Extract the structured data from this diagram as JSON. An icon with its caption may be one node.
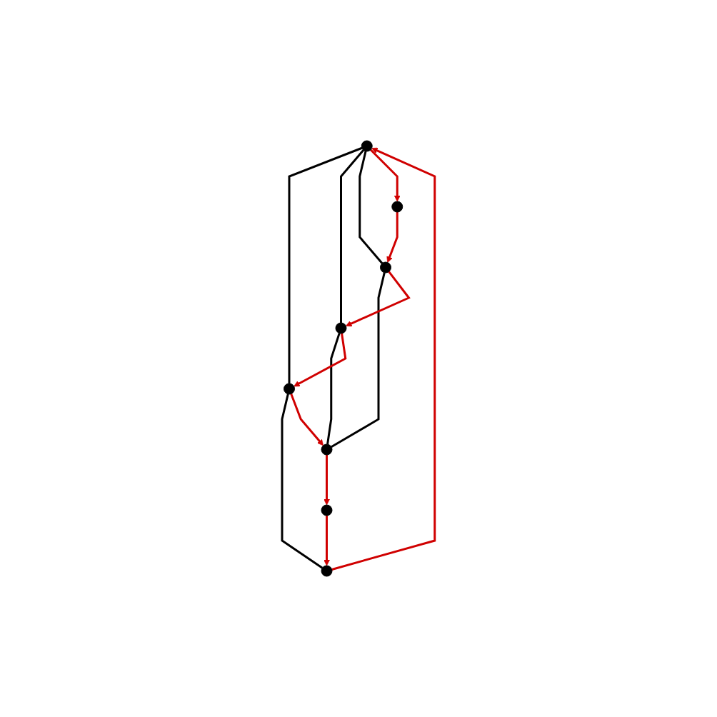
{
  "diagram": {
    "nodes": [
      {
        "text": [],
        "shape": "circle"
      },
      {
        "text": [],
        "shape": "circle"
      },
      {
        "text": [],
        "shape": "circle"
      },
      {
        "text": [],
        "shape": "circle"
      },
      {
        "text": [],
        "shape": "circle"
      },
      {
        "text": [],
        "shape": "circle"
      },
      {
        "text": [],
        "shape": "circle"
      },
      {
        "text": [],
        "shape": "circle"
      }
    ],
    "edges": [
      {
        "from": 0,
        "to": 1,
        "arrow": "none",
        "color": "#000000"
      },
      {
        "from": 0,
        "to": 3,
        "arrow": "none",
        "color": "#000000"
      },
      {
        "from": 0,
        "to": 4,
        "arrow": "none",
        "color": "#000000"
      },
      {
        "from": 1,
        "to": 2,
        "arrow": "none",
        "color": "#000000"
      },
      {
        "from": 3,
        "to": 6,
        "arrow": "none",
        "color": "#000000"
      },
      {
        "from": 4,
        "to": 6,
        "arrow": "none",
        "color": "#000000"
      },
      {
        "from": 0,
        "to": 7,
        "arrow": "to"
      },
      {
        "from": 7,
        "to": 4,
        "arrow": "to"
      },
      {
        "from": 4,
        "to": 3,
        "arrow": "to"
      },
      {
        "from": 3,
        "to": 1,
        "arrow": "to"
      },
      {
        "from": 1,
        "to": 6,
        "arrow": "to"
      },
      {
        "from": 6,
        "to": 5,
        "arrow": "to"
      },
      {
        "from": 5,
        "to": 2,
        "arrow": "to"
      },
      {
        "from": 2,
        "to": 0,
        "arrow": "to"
      }
    ]
  }
}
